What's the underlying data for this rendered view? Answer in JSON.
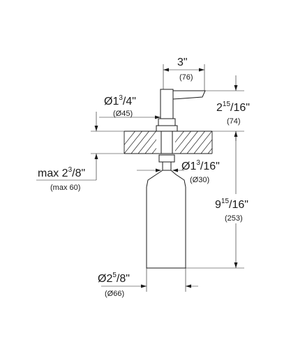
{
  "dimensions": {
    "spout_length": {
      "inch_whole": "3\"",
      "mm": "(76)"
    },
    "spout_height": {
      "inch_whole": "2",
      "num": "15",
      "den": "/16\"",
      "mm": "(74)"
    },
    "head_diameter": {
      "prefix": "Ø1",
      "num": "3",
      "den": "/4\"",
      "mm": "(Ø45)"
    },
    "max_deck": {
      "prefix": "max 2",
      "num": "3",
      "den": "/8\"",
      "mm": "(max 60)"
    },
    "shank_diameter": {
      "prefix": "Ø1",
      "num": "3",
      "den": "/16\"",
      "mm": "(Ø30)"
    },
    "total_length": {
      "inch_whole": "9",
      "num": "15",
      "den": "/16\"",
      "mm": "(253)"
    },
    "bottle_diameter": {
      "prefix": "Ø2",
      "num": "5",
      "den": "/8\"",
      "mm": "(Ø66)"
    }
  }
}
